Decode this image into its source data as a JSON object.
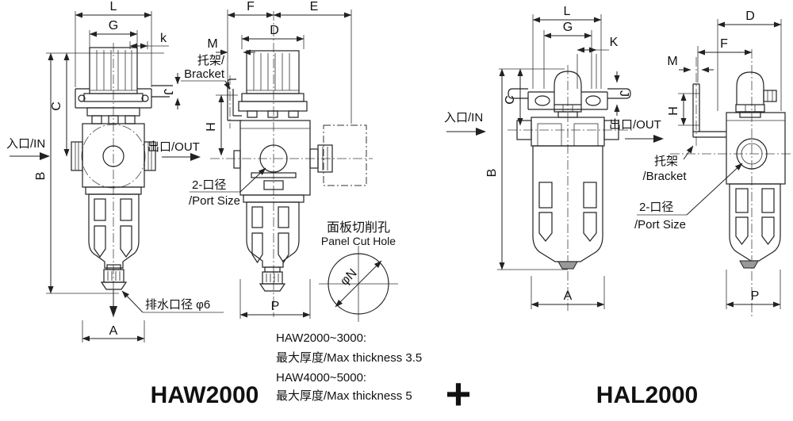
{
  "dims": {
    "L": "L",
    "G": "G",
    "k": "k",
    "K": "K",
    "C": "C",
    "B": "B",
    "A": "A",
    "D": "D",
    "E": "E",
    "F": "F",
    "M": "M",
    "H": "H",
    "P": "P",
    "J": "J",
    "hole_dia": "φN"
  },
  "labels": {
    "inlet": "入口/IN",
    "outlet": "出口/OUT",
    "bracket_line1": "托架/",
    "bracket_line2": "Bracket",
    "bracket2_line1": "托架",
    "bracket2_line2": "/Bracket",
    "port_line1": "2-口径",
    "port_line2": "/Port Size",
    "drain": "排水口径 φ6",
    "panel_line1": "面板切削孔",
    "panel_line2": "Panel Cut Hole"
  },
  "thickness_notes": {
    "l1": "HAW2000~3000:",
    "l2": "最大厚度/Max thickness  3.5",
    "l3": "HAW4000~5000:",
    "l4": "最大厚度/Max thickness  5"
  },
  "captions": {
    "left_model": "HAW2000",
    "plus": "+",
    "right_model": "HAL2000"
  }
}
